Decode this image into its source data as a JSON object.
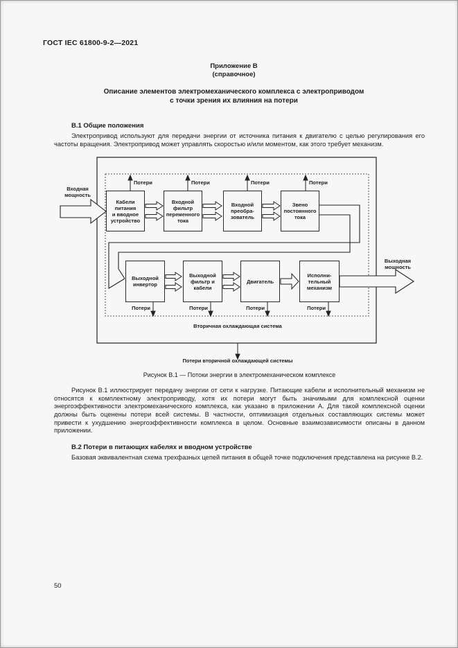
{
  "page": {
    "header": "ГОСТ IEC 61800-9-2—2021",
    "page_number": "50"
  },
  "annex": {
    "label": "Приложение В",
    "kind": "(справочное)",
    "title_line1": "Описание элементов электромеханического комплекса с электроприводом",
    "title_line2": "с точки зрения их влияния на потери"
  },
  "sections": {
    "b1_heading": "В.1 Общие положения",
    "b1_paragraph": "Электропривод используют для передачи энергии от источника питания к двигателю с целью регулирования его частоты вращения. Электропривод может управлять скоростью и/или моментом, как этого требует механизм.",
    "after_figure_paragraph": "Рисунок В.1 иллюстрирует передачу энергии от сети к нагрузке. Питающие кабели и исполнительный механизм не относятся к комплектному электроприводу, хотя их потери могут быть значимыми для комплексной оценки энергоэффективности электромеханического комплекса, как указано в приложении А. Для такой комплексной оценки должны быть оценены потери всей системы. В частности, оптимизация отдельных составляющих системы может привести к ухудшению энергоэффективности комплекса в целом. Основные взаимозависимости описаны в данном приложении.",
    "b2_heading": "В.2 Потери в питающих кабелях и вводном устройстве",
    "b2_paragraph": "Базовая эквивалентная схема трехфазных цепей питания в общей точке подключения представлена на рисунке В.2."
  },
  "figure": {
    "caption": "Рисунок В.1 — Потоки энергии в электромеханическом комплексе",
    "input_label": "Входная\nмощность",
    "output_label": "Выходная\nмощность",
    "loss_label": "Потери",
    "cooling_label": "Вторичная охлаждающая система",
    "cooling_loss_label": "Потери вторичной охлаждающей системы",
    "boxes": {
      "cables": "Кабели\nпитания\nи вводное\nустройство",
      "filter": "Входной\nфильтр\nпеременного\nтока",
      "converter": "Входной\nпреобра-\nзователь",
      "dclink": "Звено\nпостоянного\nтока",
      "inverter": "Выходной\nинвертор",
      "outfilter": "Выходной\nфильтр и\nкабели",
      "motor": "Двигатель",
      "mechanism": "Исполни-\nтельный\nмеханизм"
    }
  }
}
